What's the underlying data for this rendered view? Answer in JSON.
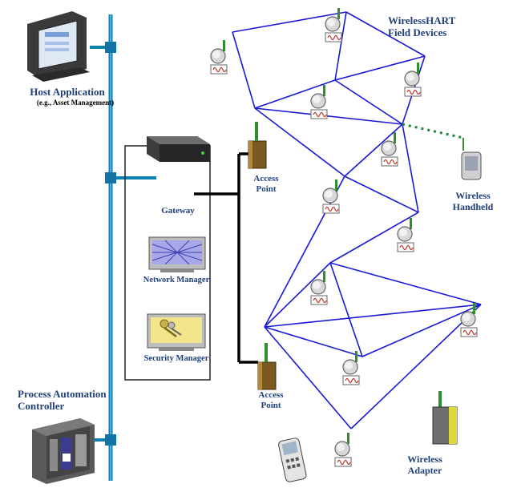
{
  "labels": {
    "host_application": "Host Application",
    "host_application_sub": "(e.g., Asset Management)",
    "gateway": "Gateway",
    "network_manager": "Network Manager",
    "security_manager": "Security Manager",
    "process_controller_line1": "Process Automation",
    "process_controller_line2": "Controller",
    "access_point_top_line1": "Access",
    "access_point_top_line2": "Point",
    "access_point_bottom_line1": "Access",
    "access_point_bottom_line2": "Point",
    "field_devices_line1": "WirelessHART",
    "field_devices_line2": "Field Devices",
    "handheld_line1": "Wireless",
    "handheld_line2": "Handheld",
    "adapter_line1": "Wireless",
    "adapter_line2": "Adapter"
  },
  "colors": {
    "mesh_link": "#1a1ad6",
    "bus": "#0d7fb3",
    "label": "#1f3f7a",
    "handheld_link": "#1f8a3a"
  },
  "icons": {
    "host_computer": "monitor-icon",
    "gateway_box": "server-icon",
    "network_manager": "network-screen-icon",
    "security_manager": "keys-screen-icon",
    "controller": "controller-cabinet-icon",
    "access_point": "access-point-icon",
    "field_device": "field-device-icon",
    "handheld": "handheld-icon",
    "adapter": "adapter-icon"
  }
}
